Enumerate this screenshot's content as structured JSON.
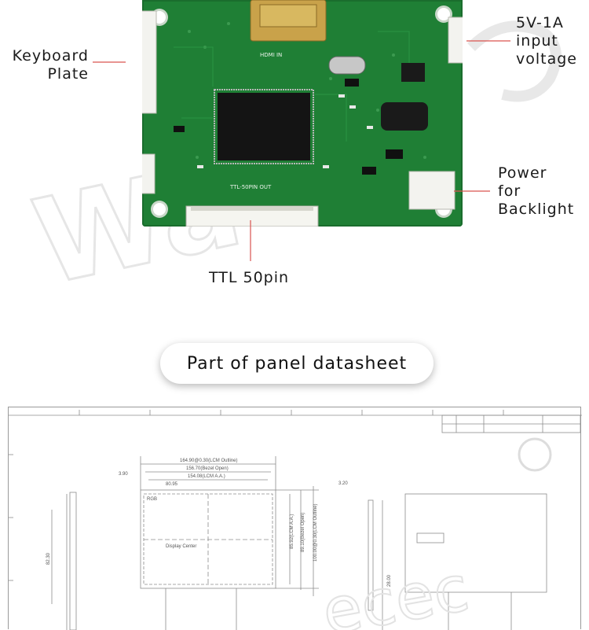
{
  "callouts": {
    "keyboard_plate": [
      "Keyboard",
      "Plate"
    ],
    "input_voltage": [
      "5V-1A",
      "input",
      "voltage"
    ],
    "power_backlight": [
      "Power",
      "for",
      "Backlight"
    ],
    "ttl": "TTL 50pin"
  },
  "board_silkscreen": {
    "hdmi_in": "HDMI IN",
    "ttl_out": "TTL-50PIN OUT"
  },
  "section_heading": "Part of panel datasheet",
  "drawing": {
    "outline_dim": "164.90@0.30(LCM Outline)",
    "bezel_dim": "156.70(Bezel Open)",
    "aa_dim": "154.08(LCM A.A.)",
    "half_dim": "80.95",
    "rgb": "RGB",
    "display_center": "Display Center",
    "v_aa": "85.92(LCM A.A.)",
    "v_bezel": "89.10(Bezel Open)",
    "v_outline": "100.00@0.30(LCM Outline)",
    "left_dim": "82.30",
    "small_dim": "3.90",
    "side_dim": "3.20",
    "right_dim": "28.00"
  },
  "colors": {
    "pcb": "#1f7f35",
    "callout_line": "#d9534f",
    "drawing_line": "#8c8c8c"
  }
}
